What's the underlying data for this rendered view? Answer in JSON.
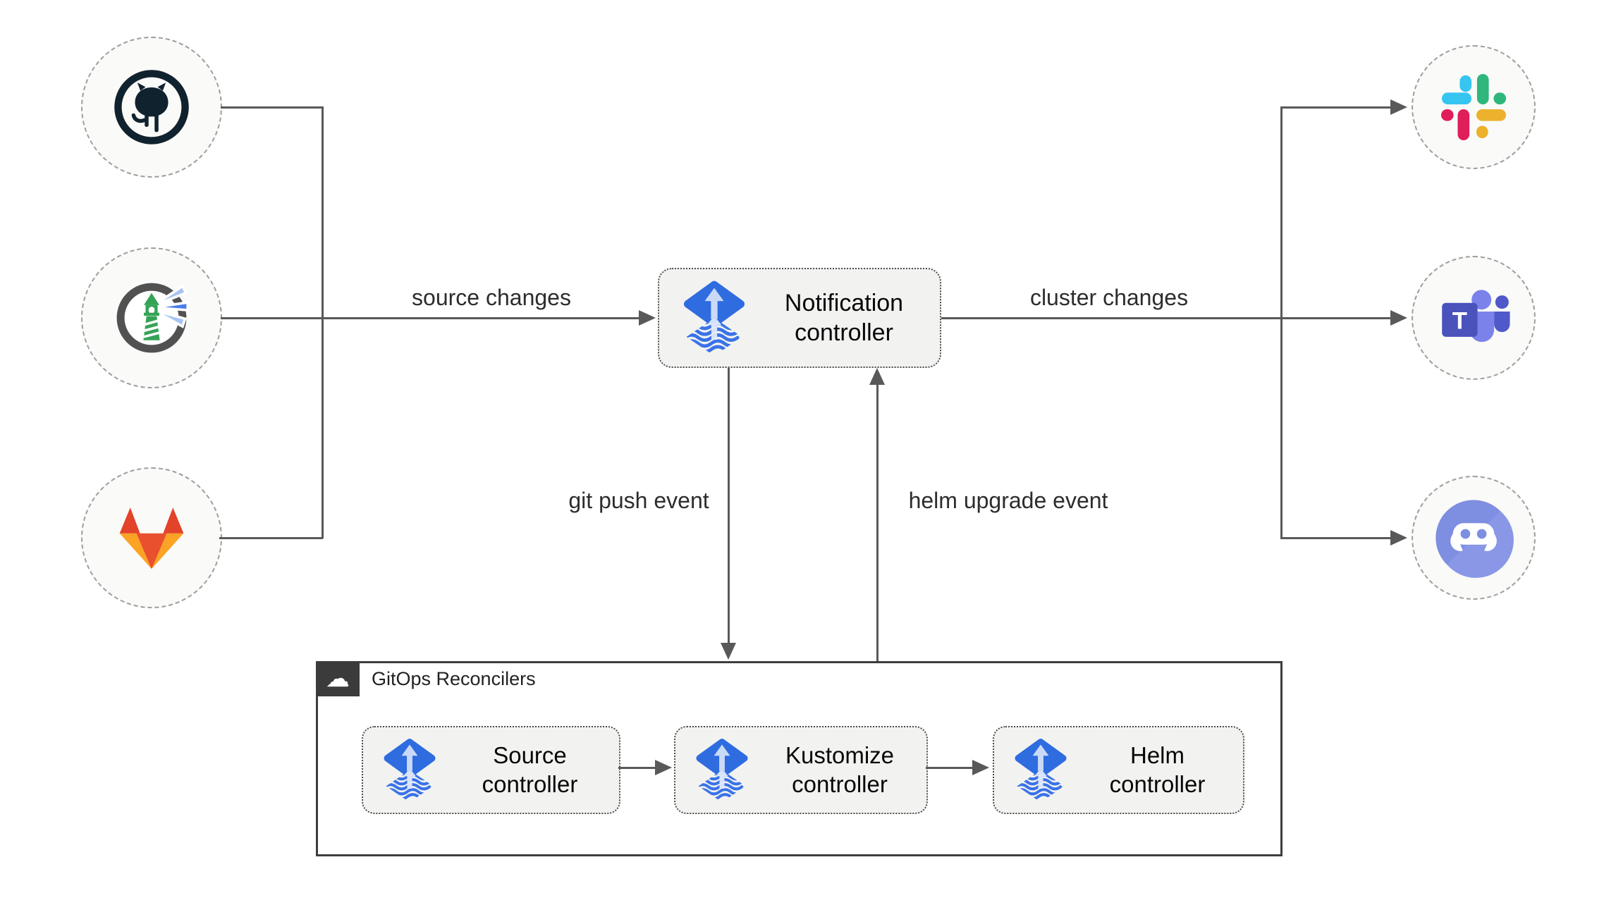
{
  "diagram": {
    "sources": [
      {
        "icon": "github-icon"
      },
      {
        "icon": "harbor-icon"
      },
      {
        "icon": "gitlab-icon"
      }
    ],
    "targets": [
      {
        "icon": "slack-icon"
      },
      {
        "icon": "teams-icon"
      },
      {
        "icon": "discord-icon"
      }
    ],
    "notification": {
      "label": "Notification controller"
    },
    "edges": {
      "source_changes": "source changes",
      "cluster_changes": "cluster changes",
      "git_push_event": "git push event",
      "helm_upgrade_event": "helm upgrade event"
    },
    "reconcilers": {
      "title": "GitOps Reconcilers",
      "items": [
        {
          "label": "Source controller"
        },
        {
          "label": "Kustomize controller"
        },
        {
          "label": "Helm controller"
        }
      ]
    },
    "teams_logo_letter": "T",
    "badge_glyph": "☁",
    "colors": {
      "line": "#595959",
      "flux_blue": "#2e6ce0",
      "flux_wave": "#3a72e8",
      "box_fill": "#f2f3f1",
      "box_border": "#4d4d4d",
      "circle_border": "#9e9e9e",
      "circle_fill": "#fafaf8",
      "outer_border": "#3d3d3d",
      "badge_bg": "#3b3b3b",
      "github": "#11222f",
      "harbor_ring": "#515151",
      "harbor_green": "#35a356",
      "harbor_beam": "#4a7ee8",
      "gitlab_red": "#e24329",
      "gitlab_orange": "#fca326",
      "slack_blue": "#36C5F0",
      "slack_green": "#2EB67D",
      "slack_red": "#E01E5A",
      "slack_yellow": "#ECB22E",
      "teams_dark": "#4a52bc",
      "teams_light": "#7b83eb",
      "teams_mid": "#5059c9",
      "discord": "#7e8ee0"
    }
  }
}
